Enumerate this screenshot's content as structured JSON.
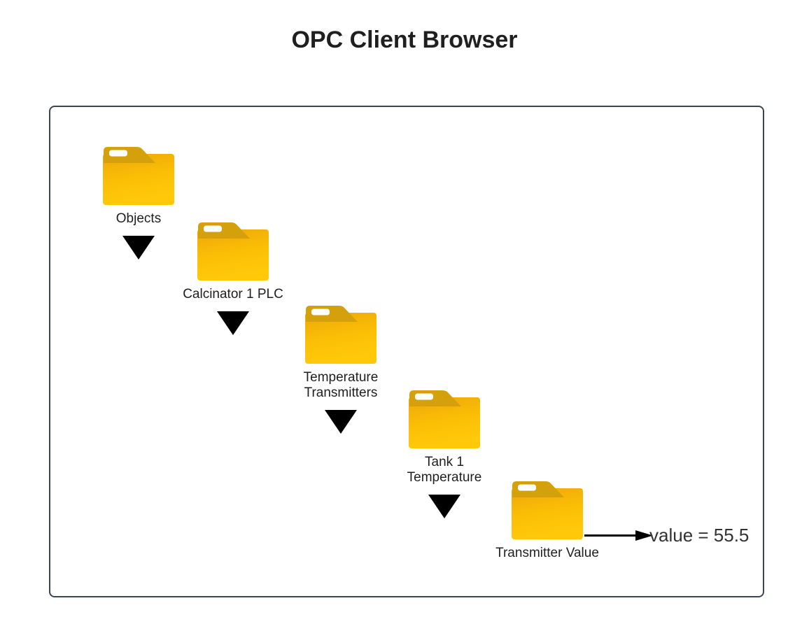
{
  "title": "OPC Client Browser",
  "colors": {
    "border": "#3C4650",
    "text": "#1F1F1F",
    "value_text": "#333333",
    "folder_tab": "#D4A00C",
    "folder_body_top": "#EDA70A",
    "folder_body_mid": "#FBBF06",
    "folder_body_bottom": "#FFC90A",
    "folder_slot": "#FFFFFF",
    "triangle": "#000000",
    "arrow": "#000000"
  },
  "icons": {
    "node_icon": "folder-icon",
    "expander_icon": "triangle-down-icon",
    "pointer_icon": "arrow-right-icon"
  },
  "tree": {
    "nodes": [
      {
        "label_lines": [
          "Objects"
        ]
      },
      {
        "label_lines": [
          "Calcinator 1 PLC"
        ]
      },
      {
        "label_lines": [
          "Temperature",
          "Transmitters"
        ]
      },
      {
        "label_lines": [
          "Tank 1",
          "Temperature"
        ]
      },
      {
        "label_lines": [
          "Transmitter Value"
        ]
      }
    ],
    "value_annotation": "value = 55.5"
  }
}
